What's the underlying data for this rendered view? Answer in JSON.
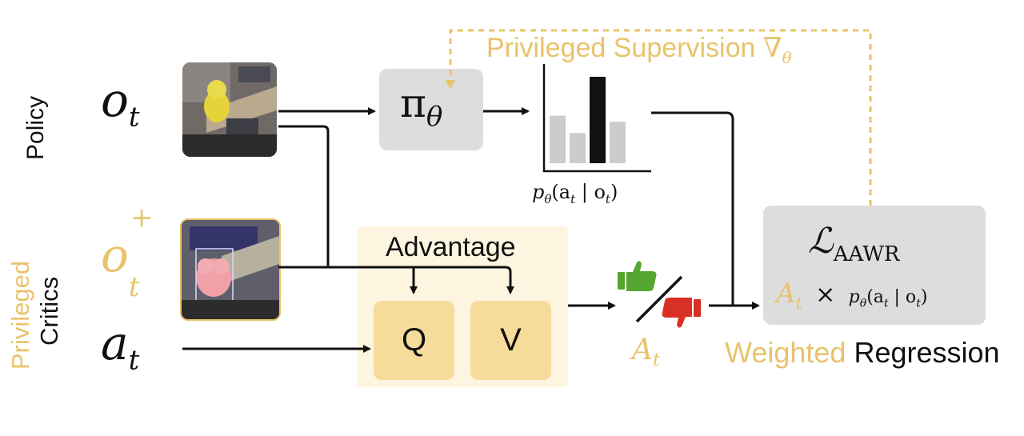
{
  "rows": {
    "policy_label": "Policy",
    "privileged_label": "Privileged",
    "critics_label": "Critics"
  },
  "inputs": {
    "observation": "o",
    "observation_sub": "t",
    "priv_observation": "o",
    "priv_observation_sub": "t",
    "priv_observation_sup": "+",
    "action": "a",
    "action_sub": "t"
  },
  "policy": {
    "symbol": "π",
    "symbol_sub": "θ",
    "output_label": "p",
    "output_label_sub": "θ",
    "output_label_args": "(a",
    "output_label_args_sub": "t",
    "output_label_rest": " | o",
    "output_label_rest_sub": "t",
    "output_label_close": ")",
    "bar_values": [
      0.55,
      0.35,
      1.0,
      0.48
    ],
    "highlight_index": 2
  },
  "supervision": {
    "label": "Privileged Supervision",
    "grad_symbol": "∇",
    "grad_sub": "θ"
  },
  "critics": {
    "title": "Advantage",
    "q_label": "Q",
    "v_label": "V"
  },
  "advantage": {
    "symbol": "A",
    "symbol_sub": "t",
    "thumbs_up_icon": "thumbs-up-icon",
    "thumbs_down_icon": "thumbs-down-icon"
  },
  "loss": {
    "symbol": "ℒ",
    "symbol_sub": "AAWR",
    "weight": "A",
    "weight_sub": "t",
    "times": "×",
    "prob": "p",
    "prob_sub": "θ",
    "prob_args": "(a",
    "prob_args_sub": "t",
    "prob_rest": " | o",
    "prob_rest_sub": "t",
    "prob_close": ")",
    "caption_weighted": "Weighted",
    "caption_regression": "Regression"
  },
  "colors": {
    "gold": "#e8c36b",
    "gold_light": "#f6dc9b",
    "cream": "#fdf5df",
    "gray_box": "#dddddd",
    "bar_gray": "#cccccc",
    "bar_black": "#111111",
    "green": "#55a630",
    "red": "#d93025"
  }
}
